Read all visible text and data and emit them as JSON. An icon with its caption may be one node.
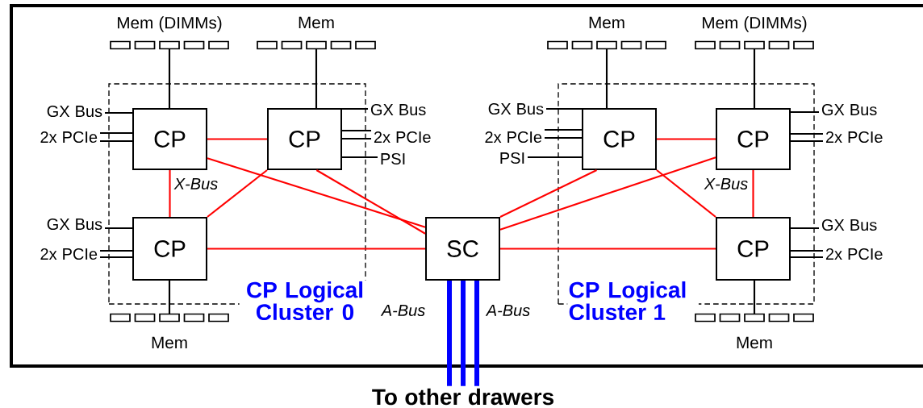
{
  "diagram": {
    "nodes": [
      {
        "text": [
          "CP Logical Cluster 0"
        ]
      },
      {
        "text": [
          "CP Logical Cluster 1"
        ]
      },
      {
        "text": [
          "CP"
        ],
        "in": 0
      },
      {
        "text": [
          "CP"
        ],
        "in": 0
      },
      {
        "text": [
          "CP"
        ],
        "in": 0
      },
      {
        "text": [
          "SC"
        ]
      },
      {
        "text": [
          "CP"
        ],
        "in": 1
      },
      {
        "text": [
          "CP"
        ],
        "in": 1
      },
      {
        "text": [
          "CP"
        ],
        "in": 1
      },
      {
        "text": [
          "Mem (DIMMs)"
        ]
      },
      {
        "text": [
          "Mem"
        ]
      },
      {
        "text": [
          "Mem"
        ]
      },
      {
        "text": [
          "Mem (DIMMs)"
        ]
      },
      {
        "text": [
          "Mem"
        ]
      },
      {
        "text": [
          "Mem"
        ]
      },
      {
        "text": [
          "GX Bus"
        ]
      },
      {
        "text": [
          "2x PCIe"
        ]
      },
      {
        "text": [
          "GX Bus"
        ]
      },
      {
        "text": [
          "2x PCIe"
        ]
      },
      {
        "text": [
          "PSI"
        ]
      },
      {
        "text": [
          "GX Bus"
        ]
      },
      {
        "text": [
          "2x PCIe"
        ]
      },
      {
        "text": [
          "GX Bus"
        ]
      },
      {
        "text": [
          "2x PCIe"
        ]
      },
      {
        "text": [
          "PSI"
        ]
      },
      {
        "text": [
          "GX Bus"
        ]
      },
      {
        "text": [
          "2x PCIe"
        ]
      },
      {
        "text": [
          "GX Bus"
        ]
      },
      {
        "text": [
          "2x PCIe"
        ]
      },
      {
        "text": [
          "To other drawers"
        ]
      }
    ],
    "edges": [
      {
        "from": 2,
        "to": 9,
        "arrow": "none"
      },
      {
        "from": 3,
        "to": 10,
        "arrow": "none"
      },
      {
        "from": 6,
        "to": 11,
        "arrow": "none"
      },
      {
        "from": 7,
        "to": 12,
        "arrow": "none"
      },
      {
        "from": 4,
        "to": 13,
        "arrow": "none"
      },
      {
        "from": 8,
        "to": 14,
        "arrow": "none"
      },
      {
        "from": 2,
        "to": 15,
        "arrow": "none"
      },
      {
        "from": 2,
        "to": 16,
        "arrow": "none"
      },
      {
        "from": 2,
        "to": 16,
        "arrow": "none"
      },
      {
        "from": 3,
        "to": 17,
        "arrow": "none"
      },
      {
        "from": 3,
        "to": 18,
        "arrow": "none"
      },
      {
        "from": 3,
        "to": 18,
        "arrow": "none"
      },
      {
        "from": 3,
        "to": 19,
        "arrow": "none"
      },
      {
        "from": 4,
        "to": 20,
        "arrow": "none"
      },
      {
        "from": 4,
        "to": 21,
        "arrow": "none"
      },
      {
        "from": 4,
        "to": 21,
        "arrow": "none"
      },
      {
        "from": 6,
        "to": 22,
        "arrow": "none"
      },
      {
        "from": 6,
        "to": 23,
        "arrow": "none"
      },
      {
        "from": 6,
        "to": 23,
        "arrow": "none"
      },
      {
        "from": 6,
        "to": 24,
        "arrow": "none"
      },
      {
        "from": 7,
        "to": 25,
        "arrow": "none"
      },
      {
        "from": 7,
        "to": 26,
        "arrow": "none"
      },
      {
        "from": 7,
        "to": 26,
        "arrow": "none"
      },
      {
        "from": 8,
        "to": 27,
        "arrow": "none"
      },
      {
        "from": 8,
        "to": 28,
        "arrow": "none"
      },
      {
        "from": 8,
        "to": 28,
        "arrow": "none"
      },
      {
        "from": 2,
        "to": 3,
        "arrow": "none",
        "color": "#ff0000"
      },
      {
        "from": 2,
        "to": 4,
        "arrow": "none",
        "color": "#ff0000"
      },
      {
        "from": 2,
        "to": 5,
        "arrow": "none",
        "color": "#ff0000"
      },
      {
        "from": 3,
        "to": 5,
        "arrow": "none",
        "color": "#ff0000"
      },
      {
        "from": 4,
        "to": 3,
        "arrow": "none",
        "color": "#ff0000"
      },
      {
        "from": 4,
        "to": 5,
        "arrow": "none",
        "color": "#ff0000"
      },
      {
        "from": 6,
        "to": 7,
        "arrow": "none",
        "color": "#ff0000"
      },
      {
        "from": 7,
        "to": 8,
        "arrow": "none",
        "color": "#ff0000"
      },
      {
        "from": 6,
        "to": 5,
        "arrow": "none",
        "color": "#ff0000"
      },
      {
        "from": 7,
        "to": 5,
        "arrow": "none",
        "color": "#ff0000"
      },
      {
        "from": 6,
        "to": 8,
        "arrow": "none",
        "color": "#ff0000"
      },
      {
        "from": 8,
        "to": 5,
        "arrow": "none",
        "color": "#ff0000"
      },
      {
        "from": 5,
        "to": 29,
        "arrow": "none",
        "style": "thick",
        "color": "#0000ff"
      },
      {
        "from": 5,
        "to": 29,
        "arrow": "none",
        "style": "thick",
        "color": "#0000ff"
      },
      {
        "from": 5,
        "to": 29,
        "arrow": "none",
        "style": "thick",
        "color": "#0000ff"
      }
    ],
    "labels": [
      "X-Bus",
      "X-Bus",
      "A-Bus",
      "A-Bus"
    ]
  }
}
